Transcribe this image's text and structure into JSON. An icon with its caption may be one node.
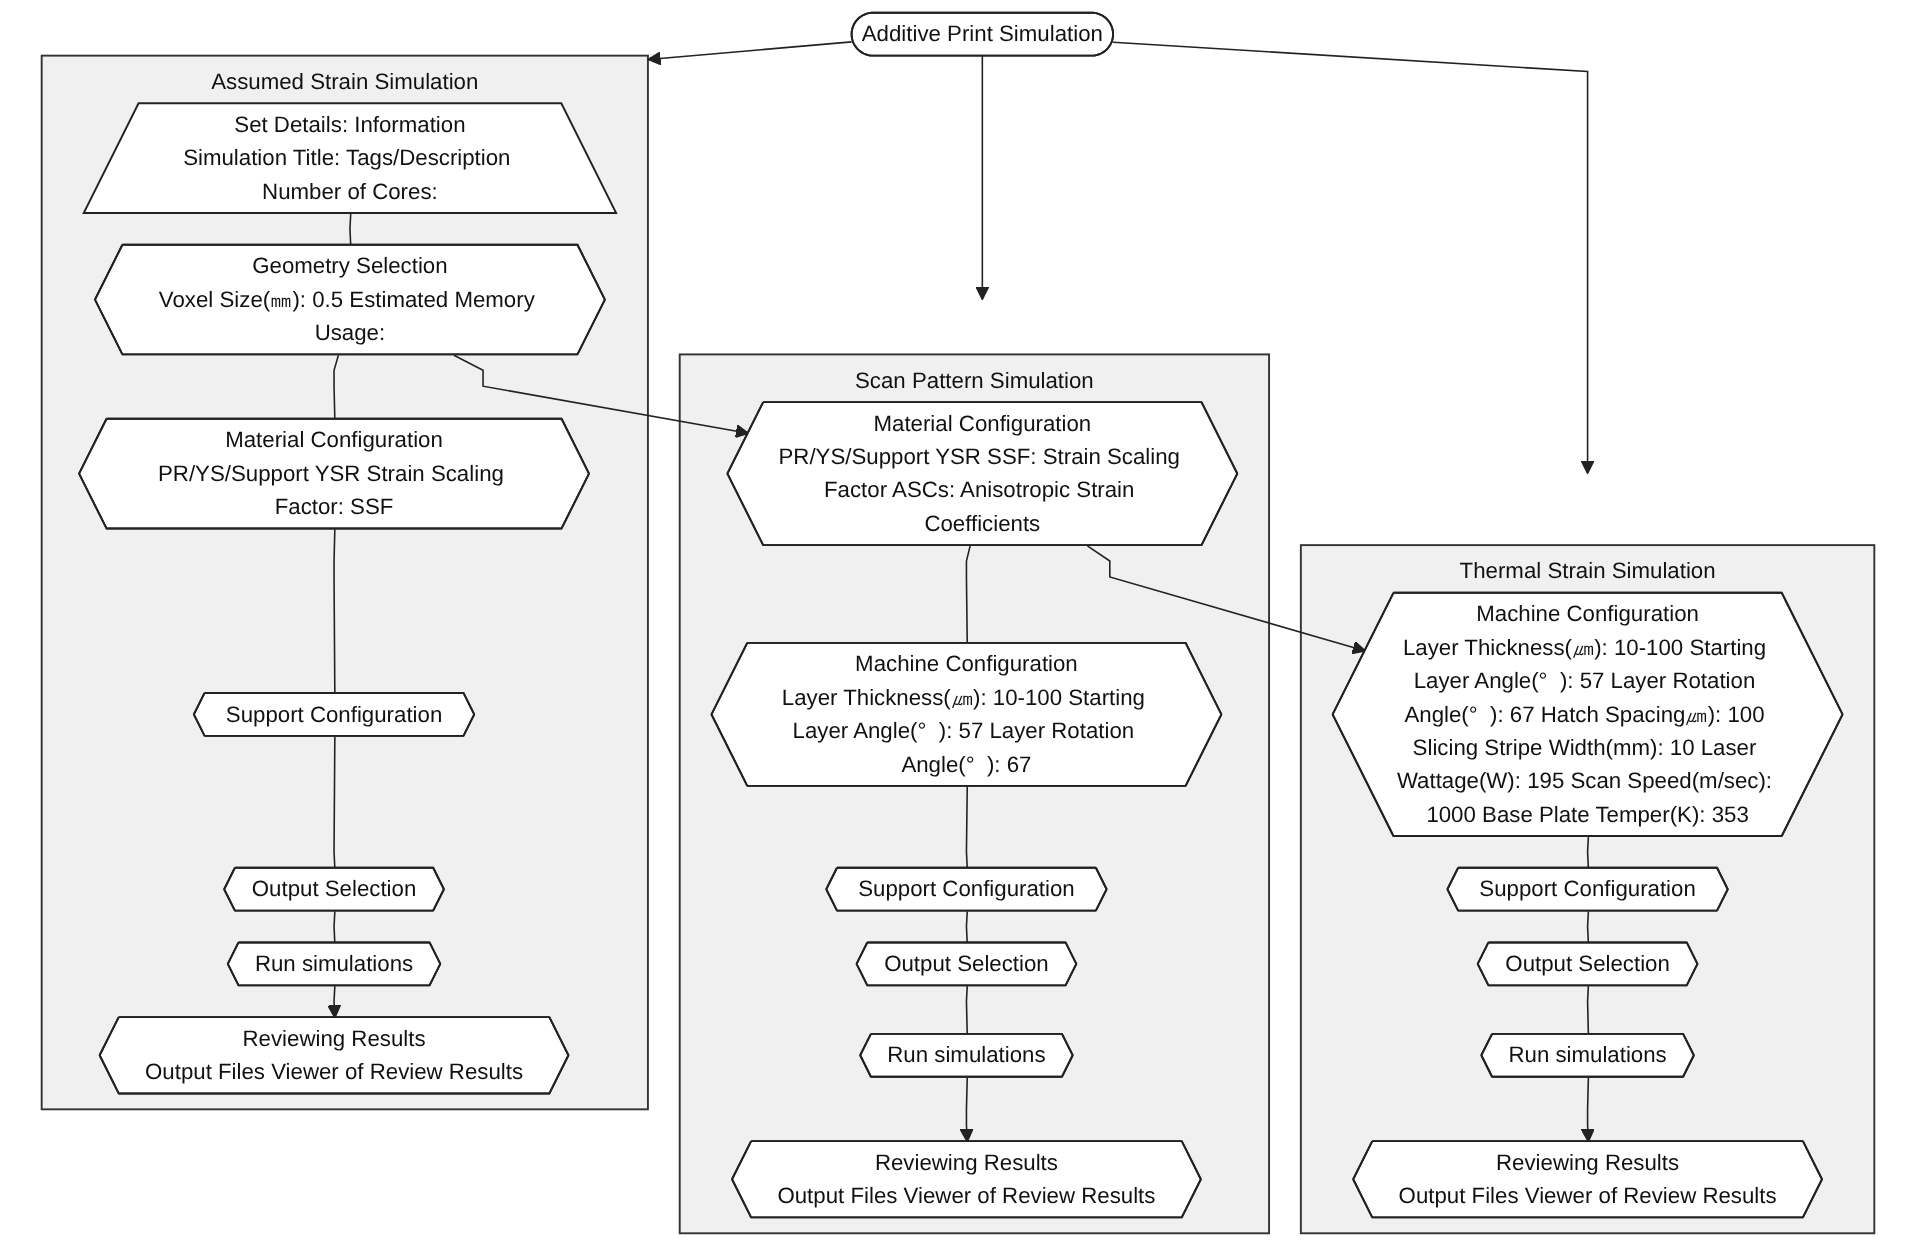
{
  "diagram": {
    "nodes": [
      {
        "text": [
          "Additive Print Simulation"
        ]
      },
      {
        "text": [
          "Assumed Strain Simulation"
        ]
      },
      {
        "text": [
          "Set Details: Information",
          "Simulation Title: Tags/Description Number of Cores:"
        ],
        "in": 1
      },
      {
        "text": [
          "Geometry Selection",
          "Voxel Size(㎜): 0.5 Estimated Memory Usage:"
        ],
        "in": 1
      },
      {
        "text": [
          "Material Configuration",
          "PR/YS/Support YSR Strain Scaling Factor: SSF"
        ],
        "in": 1
      },
      {
        "text": [
          "Support Configuration"
        ],
        "in": 1
      },
      {
        "text": [
          "Output Selection"
        ],
        "in": 1
      },
      {
        "text": [
          "Run simulations"
        ],
        "in": 1
      },
      {
        "text": [
          "Reviewing Results",
          "Output Files Viewer of Review Results"
        ],
        "in": 1
      },
      {
        "text": [
          "Scan Pattern Simulation"
        ]
      },
      {
        "text": [
          "Material Configuration",
          "PR/YS/Support YSR SSF: Strain Scaling Factor ASCs: Anisotropic Strain Coefficients"
        ],
        "in": 9
      },
      {
        "text": [
          "Machine Configuration",
          "Layer Thickness(㎛): 10-100 Starting Layer Angle(°  ): 57 Layer Rotation Angle(°  ): 67"
        ],
        "in": 9
      },
      {
        "text": [
          "Support Configuration"
        ],
        "in": 9
      },
      {
        "text": [
          "Output Selection"
        ],
        "in": 9
      },
      {
        "text": [
          "Run simulations"
        ],
        "in": 9
      },
      {
        "text": [
          "Reviewing Results",
          "Output Files Viewer of Review Results"
        ],
        "in": 9
      },
      {
        "text": [
          "Thermal Strain Simulation"
        ]
      },
      {
        "text": [
          "Machine Configuration",
          "Layer Thickness(㎛): 10-100 Starting Layer Angle(°  ): 57 Layer Rotation Angle(°  ): 67 Hatch Spacing㎛): 100 Slicing Stripe Width(mm): 10 Laser Wattage(W): 195 Scan Speed(m/sec): 1000 Base Plate Temper(K): 353"
        ],
        "in": 16
      },
      {
        "text": [
          "Support Configuration"
        ],
        "in": 16
      },
      {
        "text": [
          "Output Selection"
        ],
        "in": 16
      },
      {
        "text": [
          "Run simulations"
        ],
        "in": 16
      },
      {
        "text": [
          "Reviewing Results",
          "Output Files Viewer of Review Results"
        ],
        "in": 16
      }
    ],
    "edges": [
      {
        "from": 0,
        "to": 1,
        "arrow": "to"
      },
      {
        "from": 0,
        "to": 9,
        "arrow": "to"
      },
      {
        "from": 0,
        "to": 16,
        "arrow": "to"
      },
      {
        "from": 2,
        "to": 3,
        "arrow": "none"
      },
      {
        "from": 3,
        "to": 4,
        "arrow": "none"
      },
      {
        "from": 3,
        "to": 10,
        "arrow": "to"
      },
      {
        "from": 4,
        "to": 5,
        "arrow": "none"
      },
      {
        "from": 5,
        "to": 6,
        "arrow": "none"
      },
      {
        "from": 6,
        "to": 7,
        "arrow": "none"
      },
      {
        "from": 7,
        "to": 8,
        "arrow": "to"
      },
      {
        "from": 10,
        "to": 11,
        "arrow": "none"
      },
      {
        "from": 10,
        "to": 17,
        "arrow": "to"
      },
      {
        "from": 11,
        "to": 12,
        "arrow": "none"
      },
      {
        "from": 12,
        "to": 13,
        "arrow": "none"
      },
      {
        "from": 13,
        "to": 14,
        "arrow": "none"
      },
      {
        "from": 14,
        "to": 15,
        "arrow": "to"
      },
      {
        "from": 17,
        "to": 18,
        "arrow": "none"
      },
      {
        "from": 18,
        "to": 19,
        "arrow": "none"
      },
      {
        "from": 19,
        "to": 20,
        "arrow": "none"
      },
      {
        "from": 20,
        "to": 21,
        "arrow": "to"
      }
    ]
  }
}
